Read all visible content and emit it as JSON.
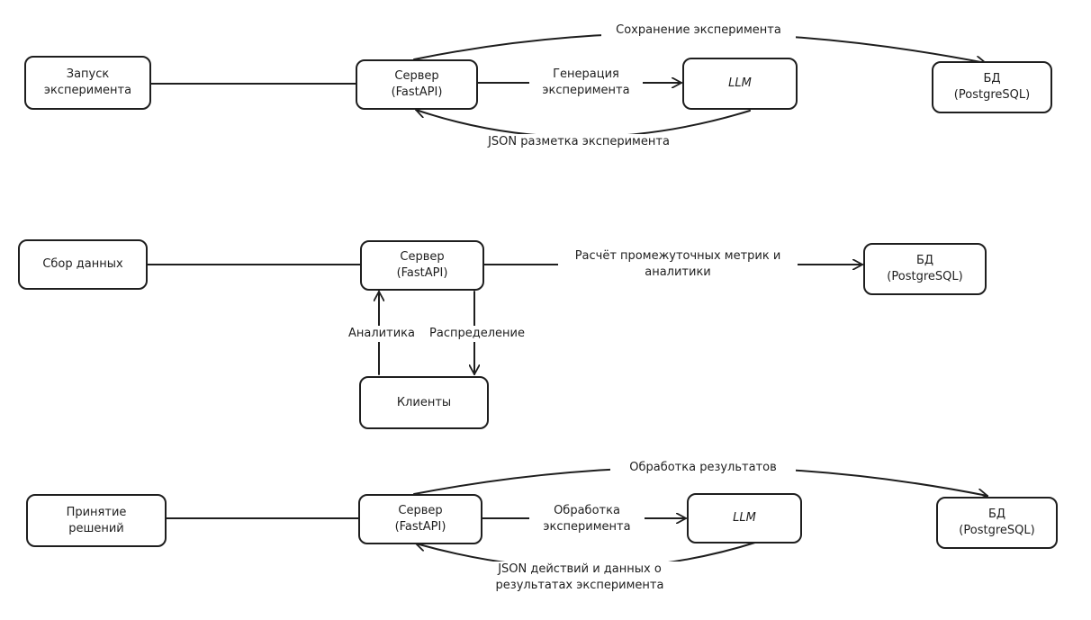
{
  "row1": {
    "start": "Запуск\nэксперимента",
    "server": "Сервер\n(FastAPI)",
    "llm": "LLM",
    "db": "БД\n(PostgreSQL)",
    "save_label": "Сохранение эксперимента",
    "gen_label": "Генерация\nэксперимента",
    "json_label": "JSON разметка эксперимента"
  },
  "row2": {
    "start": "Сбор данных",
    "server": "Сервер\n(FastAPI)",
    "db": "БД\n(PostgreSQL)",
    "clients": "Клиенты",
    "metrics_label": "Расчёт промежуточных метрик и\nаналитики",
    "analytics_label": "Аналитика",
    "distribution_label": "Распределение"
  },
  "row3": {
    "start": "Принятие\nрешений",
    "server": "Сервер\n(FastAPI)",
    "llm": "LLM",
    "db": "БД\n(PostgreSQL)",
    "results_label": "Обработка результатов",
    "process_label": "Обработка\nэксперимента",
    "json_label": "JSON действий и данных о\nрезультатах эксперимента"
  }
}
